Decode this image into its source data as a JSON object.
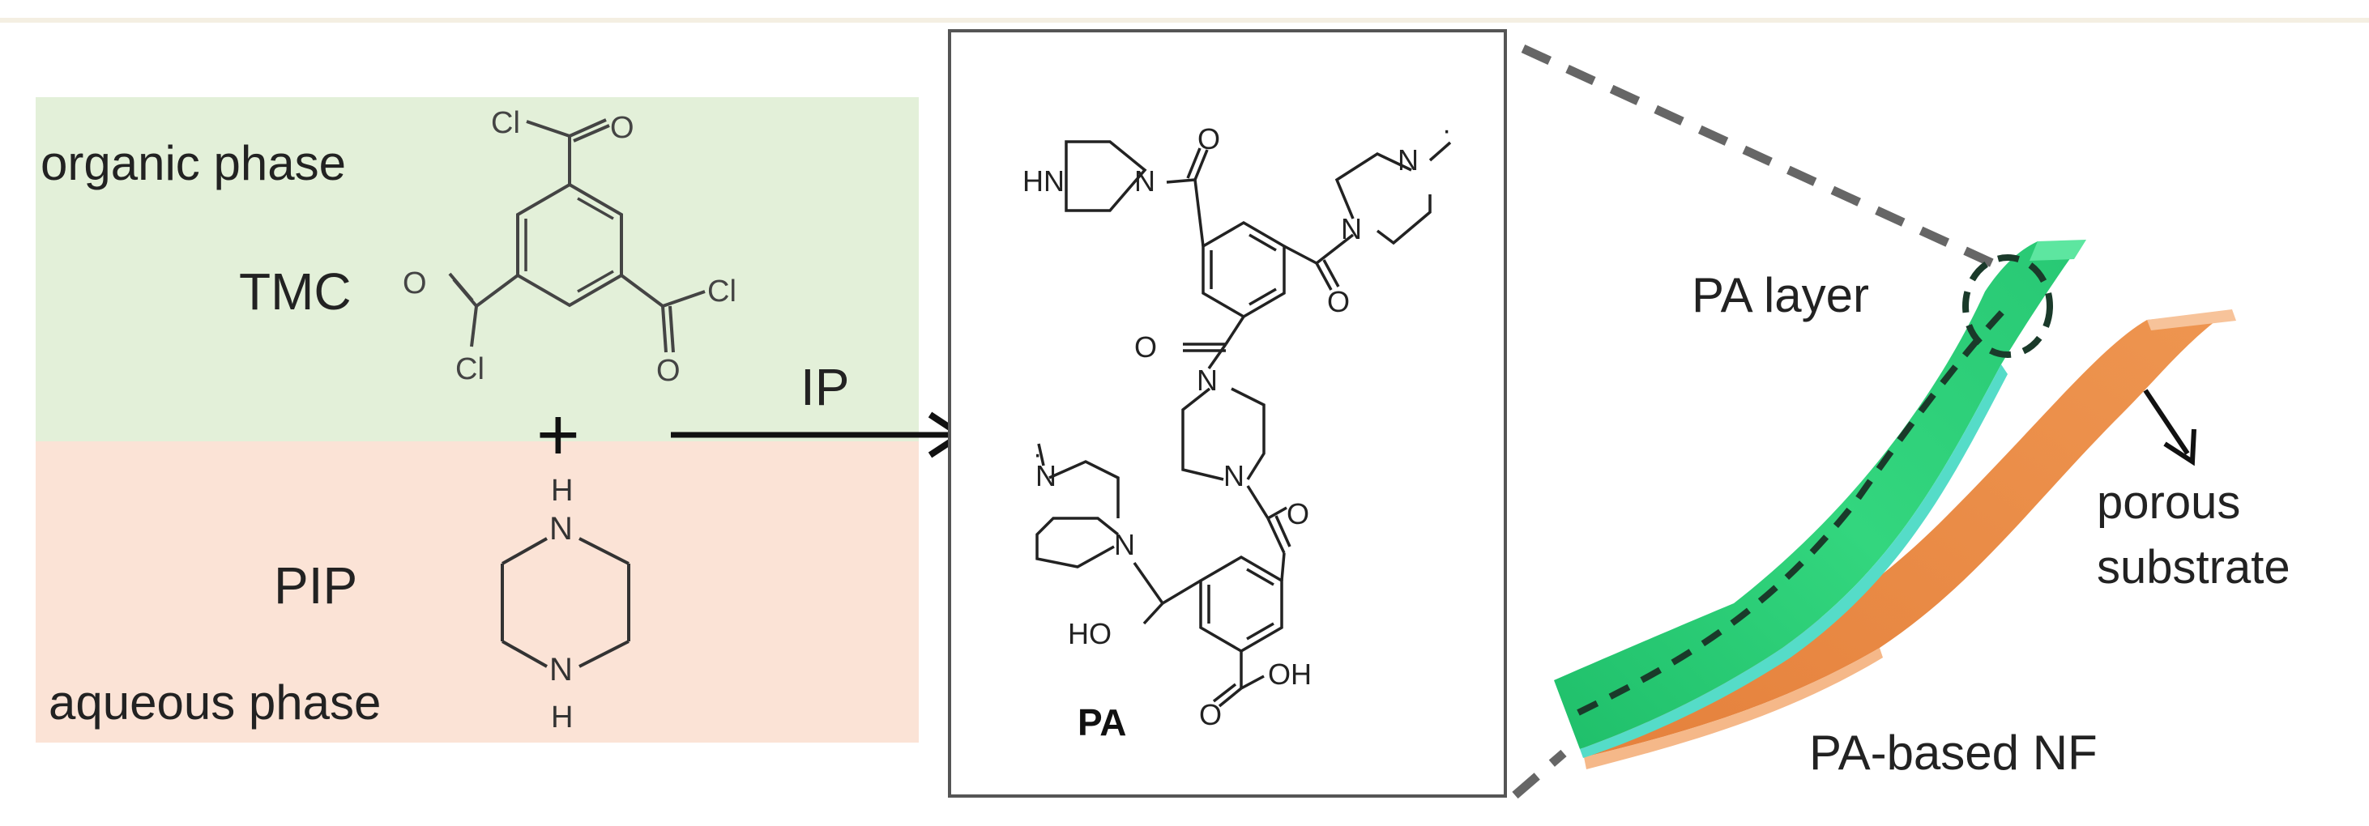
{
  "left_panel": {
    "organic_phase_label": "organic phase",
    "aqueous_phase_label": "aqueous phase",
    "tmc_label": "TMC",
    "pip_label": "PIP",
    "plus_sign": "+",
    "colors": {
      "organic_bg": "#e3f0d9",
      "aqueous_bg": "#fbe3d6"
    }
  },
  "reaction_arrow": {
    "label": "IP"
  },
  "tmc_structure": {
    "cl_top": "Cl",
    "cl_left": "Cl",
    "cl_right": "Cl",
    "o_top": "O",
    "o_left": "O",
    "o_right": "O"
  },
  "pip_structure": {
    "n_top": "N",
    "h_top": "H",
    "n_bottom": "N",
    "h_bottom": "H"
  },
  "pa_box": {
    "caption": "PA",
    "atoms": {
      "hn": "HN",
      "n1": "N",
      "o1": "O",
      "n2": "N",
      "n3": "N",
      "o2": "O",
      "o3": "O",
      "n4": "N",
      "n5": "N",
      "o4": "O",
      "n6": "N",
      "n7": "N",
      "ho": "HO",
      "oh": "OH",
      "o5": "O"
    }
  },
  "right_panel": {
    "pa_layer_label": "PA layer",
    "porous_label_line1": "porous",
    "porous_label_line2": "substrate",
    "nf_label": "PA-based NF",
    "colors": {
      "pa_layer": "#2fd27a",
      "pa_layer_edge": "#5fe0c8",
      "substrate": "#e98a4a",
      "substrate_light": "#f5b889"
    }
  }
}
